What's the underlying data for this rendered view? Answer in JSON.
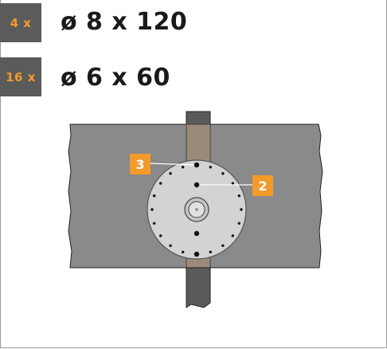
{
  "rows": [
    {
      "qty": "4 x",
      "spec": "ø 8 x 120"
    },
    {
      "qty": "16 x",
      "spec": "ø 6 x 60"
    }
  ],
  "callouts": {
    "a": "3",
    "b": "2"
  },
  "colors": {
    "badge_bg": "#5b5b5b",
    "badge_text": "#f39a2b",
    "beam": "#8a8a8a",
    "post": "#5a5a5a",
    "post_core": "#9c8a78",
    "plate": "#d3d3d3",
    "callout_bg": "#f39a2b"
  }
}
